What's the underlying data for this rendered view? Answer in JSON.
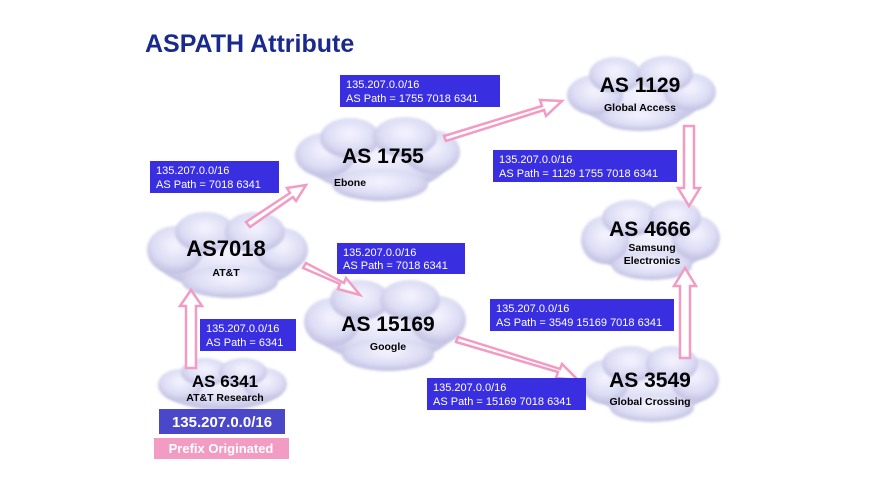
{
  "title": "ASPATH Attribute",
  "nodes": {
    "as1129": {
      "name": "AS 1129",
      "sub1": "Global Access",
      "sub2": ""
    },
    "as1755": {
      "name": "AS 1755",
      "sub1": "Ebone",
      "sub2": ""
    },
    "as7018": {
      "name": "AS7018",
      "sub1": "AT&T",
      "sub2": ""
    },
    "as4666": {
      "name": "AS 4666",
      "sub1": "Samsung",
      "sub2": "Electronics"
    },
    "as15169": {
      "name": "AS 15169",
      "sub1": "Google",
      "sub2": ""
    },
    "as6341": {
      "name": "AS 6341",
      "sub1": "AT&T Research",
      "sub2": ""
    },
    "as3549": {
      "name": "AS 3549",
      "sub1": "Global Crossing",
      "sub2": ""
    }
  },
  "labels": {
    "l1755_1129": {
      "prefix": "135.207.0.0/16",
      "path": "AS Path = 1755 7018 6341"
    },
    "l7018_1755": {
      "prefix": "135.207.0.0/16",
      "path": "AS Path = 7018 6341"
    },
    "l1129_4666": {
      "prefix": "135.207.0.0/16",
      "path": "AS Path = 1129 1755 7018 6341"
    },
    "l7018_15169": {
      "prefix": "135.207.0.0/16",
      "path": "AS Path = 7018 6341"
    },
    "l3549_4666": {
      "prefix": "135.207.0.0/16",
      "path": "AS Path = 3549 15169 7018 6341"
    },
    "l6341_7018": {
      "prefix": "135.207.0.0/16",
      "path": "AS Path = 6341"
    },
    "l15169_3549": {
      "prefix": "135.207.0.0/16",
      "path": "AS Path = 15169 7018 6341"
    }
  },
  "origin": {
    "prefix": "135.207.0.0/16",
    "caption": "Prefix Originated"
  },
  "colors": {
    "title": "#1a2a8c",
    "label_box": "#3a2fe0",
    "arrow": "#f29bc3",
    "prefix_box": "#4a47c8"
  }
}
